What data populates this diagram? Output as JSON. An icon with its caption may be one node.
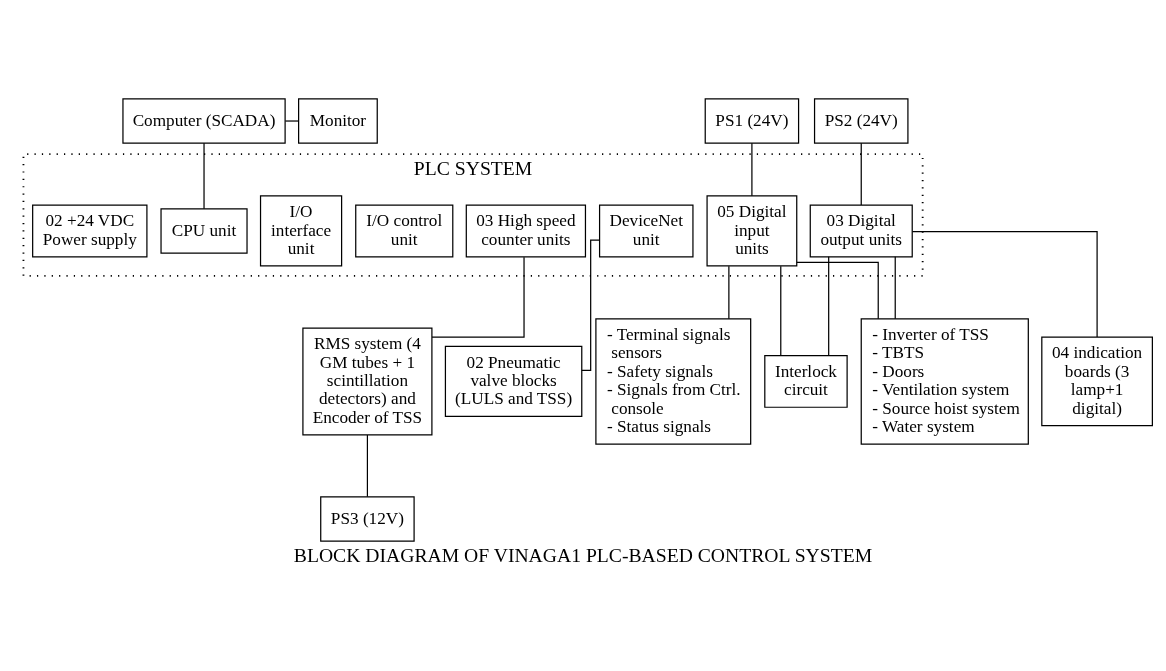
{
  "diagram": {
    "caption": "BLOCK DIAGRAM OF VINAGA1 PLC-BASED CONTROL SYSTEM",
    "nodes": [
      {
        "text": [
          "Computer (SCADA)"
        ]
      },
      {
        "text": [
          "Monitor"
        ]
      },
      {
        "text": [
          "PS1 (24V)"
        ]
      },
      {
        "text": [
          "PS2 (24V)"
        ]
      },
      {
        "text": [
          "PLC SYSTEM"
        ]
      },
      {
        "text": [
          "02 +24 VDC Power supply"
        ],
        "in": 4
      },
      {
        "text": [
          "CPU unit"
        ],
        "in": 4
      },
      {
        "text": [
          "I/O interface unit"
        ],
        "in": 4
      },
      {
        "text": [
          "I/O control unit"
        ],
        "in": 4
      },
      {
        "text": [
          "03 High speed counter units"
        ],
        "in": 4
      },
      {
        "text": [
          "DeviceNet unit"
        ],
        "in": 4
      },
      {
        "text": [
          "05 Digital input units"
        ],
        "in": 4
      },
      {
        "text": [
          "03 Digital output units"
        ],
        "in": 4
      },
      {
        "text": [
          "RMS system (4 GM tubes + 1 scintillation detectors) and Encoder of TSS"
        ]
      },
      {
        "text": [
          "02 Pneumatic valve blocks (LULS and TSS)"
        ]
      },
      {
        "text": [
          "- Terminal signals sensors",
          "- Safety signals",
          "- Signals from Ctrl. console",
          "- Status signals"
        ]
      },
      {
        "text": [
          "Interlock circuit"
        ]
      },
      {
        "text": [
          "- Inverter of TSS",
          "- TBTS",
          "- Doors",
          "- Ventilation system",
          "- Source hoist system",
          "- Water system"
        ]
      },
      {
        "text": [
          "04 indication boards (3 lamp+1 digital)"
        ]
      },
      {
        "text": [
          "PS3 (12V)"
        ]
      }
    ],
    "edges": [
      {
        "from": 0,
        "to": 1,
        "arrow": "none"
      },
      {
        "from": 0,
        "to": 6,
        "arrow": "none"
      },
      {
        "from": 2,
        "to": 11,
        "arrow": "none"
      },
      {
        "from": 3,
        "to": 12,
        "arrow": "none"
      },
      {
        "from": 9,
        "to": 13,
        "arrow": "none"
      },
      {
        "from": 10,
        "to": 14,
        "arrow": "none"
      },
      {
        "from": 11,
        "to": 15,
        "arrow": "none"
      },
      {
        "from": 11,
        "to": 16,
        "arrow": "none"
      },
      {
        "from": 11,
        "to": 17,
        "arrow": "none"
      },
      {
        "from": 12,
        "to": 16,
        "arrow": "none"
      },
      {
        "from": 12,
        "to": 17,
        "arrow": "none"
      },
      {
        "from": 12,
        "to": 18,
        "arrow": "none"
      },
      {
        "from": 13,
        "to": 19,
        "arrow": "none"
      }
    ]
  }
}
